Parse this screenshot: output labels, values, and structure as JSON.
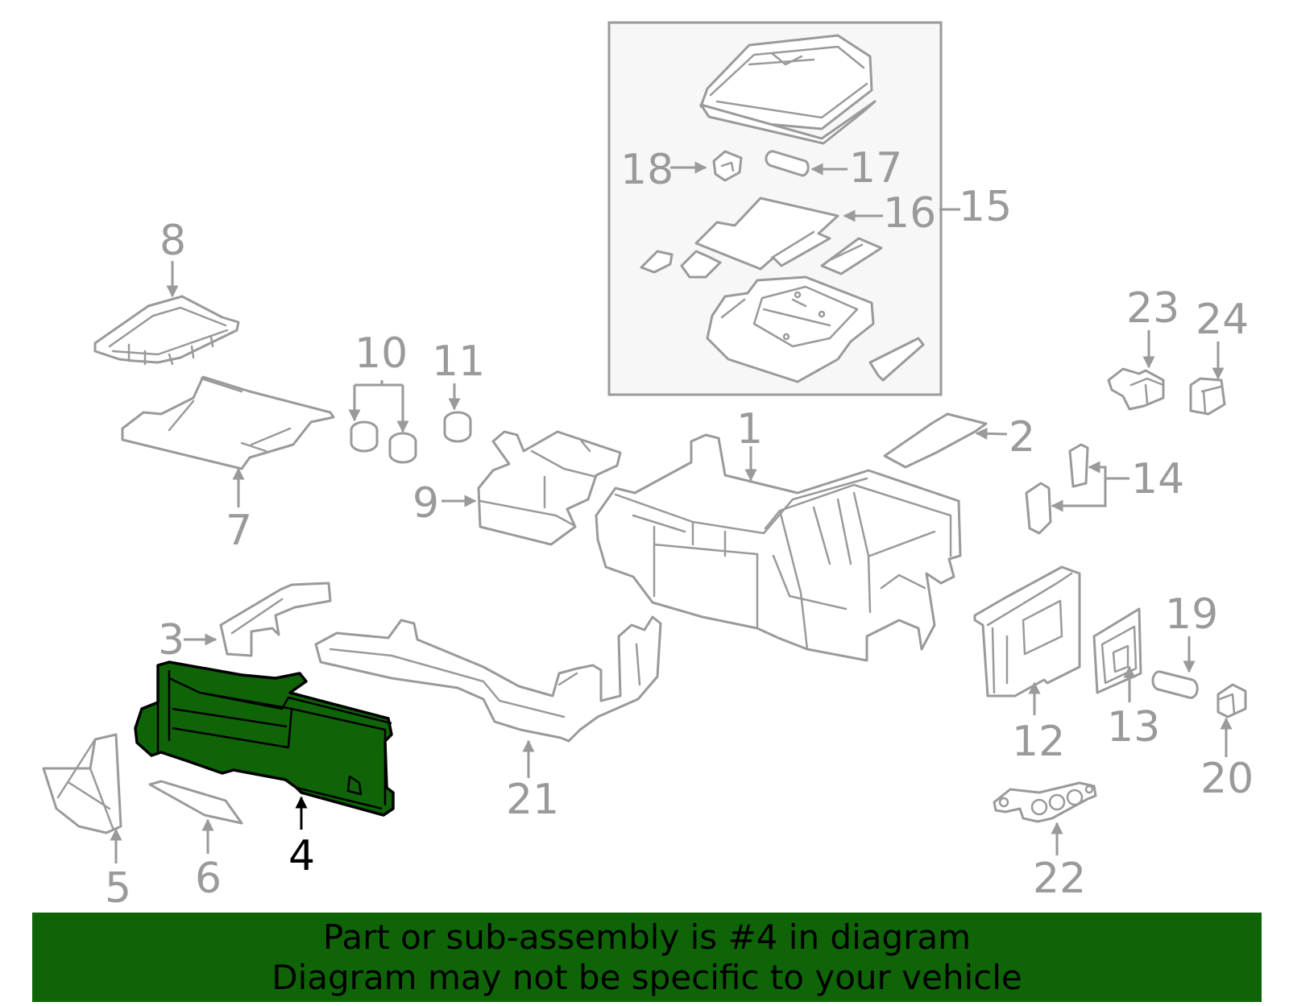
{
  "highlight_color": "#0f6408",
  "part_color": "#9a9a9a",
  "highlighted_part": "4",
  "callouts": {
    "c1": "1",
    "c2": "2",
    "c3": "3",
    "c4": "4",
    "c5": "5",
    "c6": "6",
    "c7": "7",
    "c8": "8",
    "c9": "9",
    "c10": "10",
    "c11": "11",
    "c12": "12",
    "c13": "13",
    "c14": "14",
    "c15": "15",
    "c16": "16",
    "c17": "17",
    "c18": "18",
    "c19": "19",
    "c20": "20",
    "c21": "21",
    "c22": "22",
    "c23": "23",
    "c24": "24"
  },
  "banner": {
    "line1": "Part or sub-assembly is #4 in diagram",
    "line2": "Diagram may not be specific to your vehicle"
  }
}
